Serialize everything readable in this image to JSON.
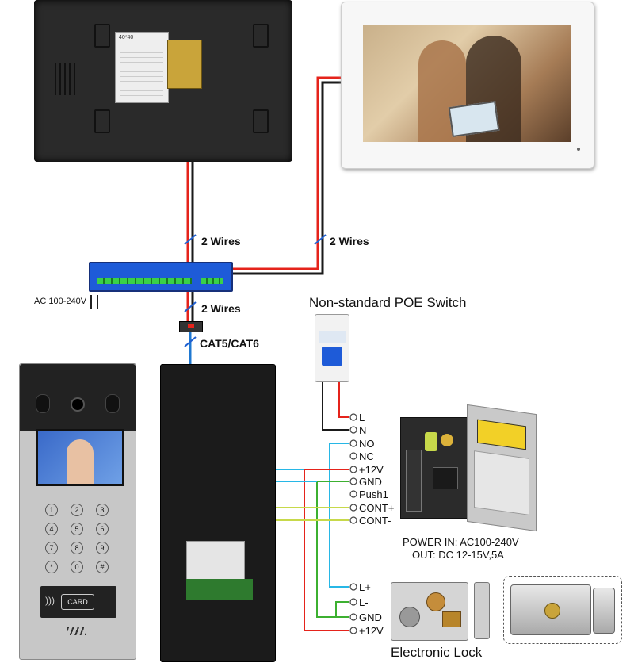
{
  "labels": {
    "wires_left": "2 Wires",
    "wires_right": "2 Wires",
    "wires_bottom": "2 Wires",
    "cat": "CAT5/CAT6",
    "ac_input": "AC 100-240V",
    "poe_switch_title": "Non-standard POE Switch",
    "power_in": "POWER  IN: AC100-240V",
    "power_out": "OUT: DC 12-15V,5A",
    "electronic_lock": "Electronic Lock",
    "card_label": "CARD",
    "monitor_back_sticker": "40*40"
  },
  "psu_terminals": [
    "L",
    "N",
    "NO",
    "NC",
    "+12V",
    "GND",
    "Push1",
    "CONT+",
    "CONT-"
  ],
  "lock_terminals": [
    "L+",
    "L-",
    "GND",
    "+12V"
  ],
  "keypad_keys": [
    "1",
    "2",
    "3",
    "4",
    "5",
    "6",
    "7",
    "8",
    "9",
    "*",
    "0",
    "#"
  ],
  "colors": {
    "wire_red": "#e5231b",
    "wire_black": "#1a1a1a",
    "wire_blue": "#1f78d1",
    "wire_cyan": "#27b7e6",
    "wire_green": "#3cb030",
    "wire_yellow_green": "#c7d94a",
    "switch_blue": "#1e5bd8"
  }
}
